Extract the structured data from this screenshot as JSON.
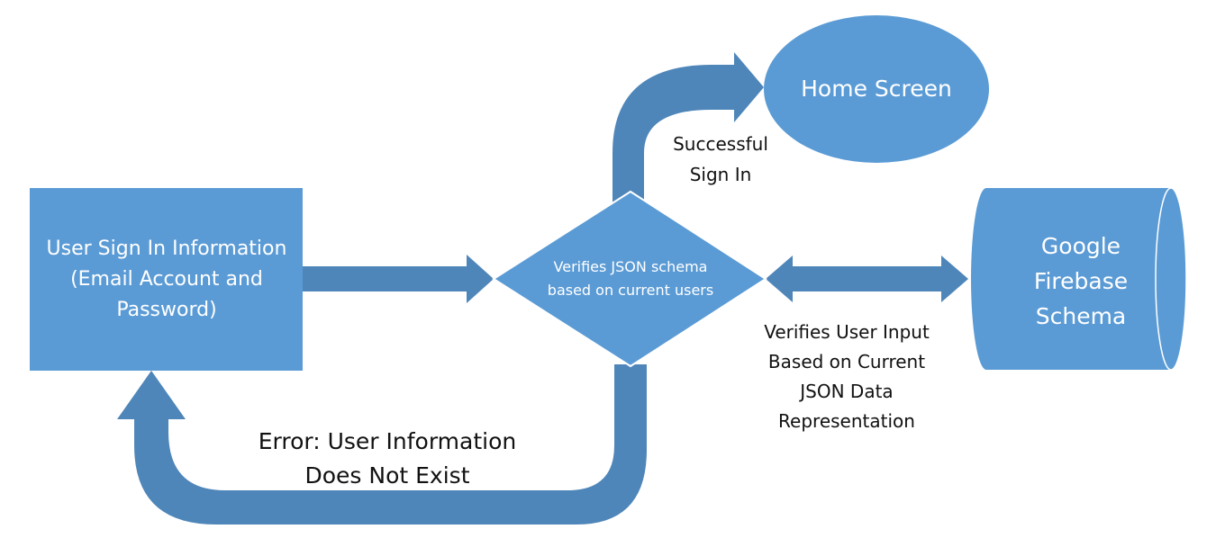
{
  "colors": {
    "shape_fill": "#5b9bd5",
    "arrow_fill": "#4f86b9",
    "shape_stroke": "#ffffff",
    "caption_text": "#111111"
  },
  "nodes": {
    "user_sign_in": {
      "lines": [
        "User Sign In Information",
        "(Email Account and",
        "Password)"
      ]
    },
    "verify_schema": {
      "lines": [
        "Verifies JSON schema",
        "based on current users"
      ]
    },
    "home_screen": {
      "label": "Home Screen"
    },
    "google_firebase": {
      "lines": [
        "Google",
        "Firebase",
        "Schema"
      ]
    }
  },
  "edges": {
    "successful_sign_in": {
      "lines": [
        "Successful",
        "Sign In"
      ]
    },
    "verifies_user_input": {
      "lines": [
        "Verifies User Input",
        "Based on Current",
        "JSON Data",
        "Representation"
      ]
    },
    "error": {
      "lines": [
        "Error: User Information",
        "Does Not Exist"
      ]
    }
  }
}
